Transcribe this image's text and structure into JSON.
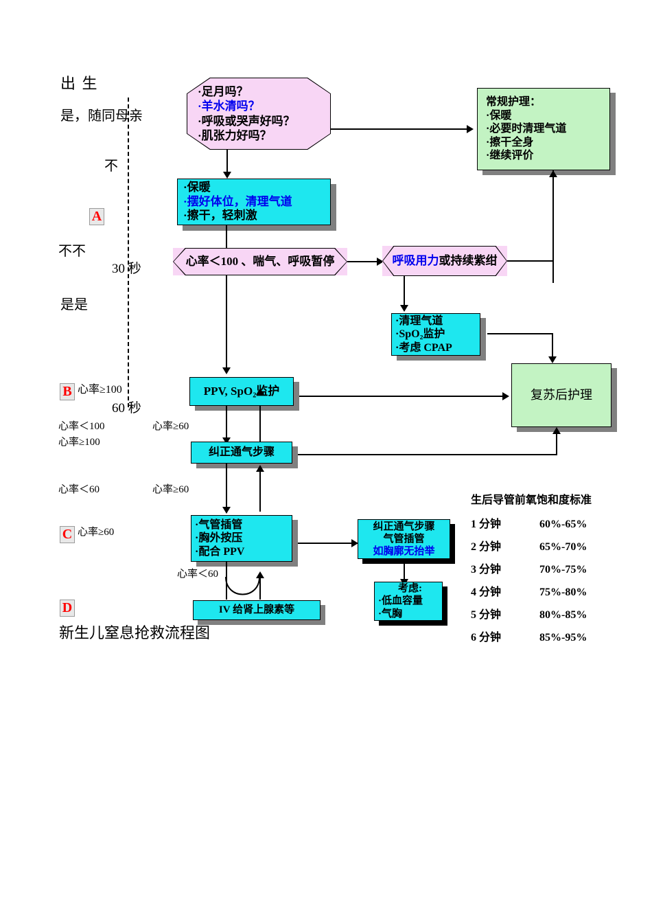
{
  "title_bottom": "新生儿窒息抢救流程图",
  "left_labels": {
    "birth": "出  生",
    "yes_with_mother": "是，随同母亲",
    "no_1": "不",
    "no_2": "不不",
    "yes_2": "是是",
    "time_30": "30 秒",
    "time_60": "60 秒",
    "hr_ge_100_b": "心率≥100",
    "hr_lt_100": "心率＜100",
    "hr_ge_60_right_1": "心率≥60",
    "hr_ge_100_2": "心率≥100",
    "hr_lt_60": "心率＜60",
    "hr_ge_60_right_2": "心率≥60",
    "hr_ge_60_c": "心率≥60",
    "hr_lt_60_d": "心率＜60"
  },
  "tags": {
    "a": "A",
    "b": "B",
    "c": "C",
    "d": "D"
  },
  "nodes": {
    "assess": {
      "name": "initial-assessment-decision",
      "lines": [
        {
          "text": "·足月吗？",
          "color": "black"
        },
        {
          "text": "·羊水清吗？",
          "color": "blue"
        },
        {
          "text": "·呼吸或哭声好吗？",
          "color": "black"
        },
        {
          "text": "·肌张力好吗？",
          "color": "black"
        }
      ]
    },
    "routine_care": {
      "name": "routine-care",
      "lines": [
        {
          "text": "常规护理：",
          "color": "black"
        },
        {
          "text": "·保暖",
          "color": "black"
        },
        {
          "text": "·必要时清理气道",
          "color": "black"
        },
        {
          "text": "·擦干全身",
          "color": "black"
        },
        {
          "text": "·继续评价",
          "color": "black"
        }
      ]
    },
    "initial_steps": {
      "name": "initial-steps",
      "lines": [
        {
          "text": "·保暖",
          "color": "black"
        },
        {
          "text": "·摆好体位，清理气道",
          "color": "blue"
        },
        {
          "text": "·擦干，轻刺激",
          "color": "black"
        }
      ]
    },
    "hr_decision": {
      "name": "heart-rate-decision",
      "lines": [
        {
          "text": "心率＜100 、喘气、呼吸暂停",
          "color": "black"
        }
      ]
    },
    "labored_decision": {
      "name": "labored-breathing-decision",
      "parts": [
        {
          "text": "呼吸用力",
          "color": "blue"
        },
        {
          "text": "或持续紫绀",
          "color": "black"
        }
      ]
    },
    "cpap_box": {
      "name": "clear-airway-spo2-cpap",
      "lines": [
        {
          "text": "·清理气道",
          "color": "black"
        },
        {
          "text": "·SpO₂监护",
          "color": "black"
        },
        {
          "text": "·考虑 CPAP",
          "color": "black"
        }
      ]
    },
    "post_resus": {
      "name": "post-resuscitation-care",
      "lines": [
        {
          "text": "复苏后护理",
          "color": "black"
        }
      ]
    },
    "ppv_box": {
      "name": "ppv-spo2-monitoring",
      "lines": [
        {
          "text": "PPV, SpO₂监护",
          "color": "black"
        }
      ]
    },
    "correct_vent": {
      "name": "corrective-ventilation-steps",
      "lines": [
        {
          "text": "纠正通气步骤",
          "color": "black"
        }
      ]
    },
    "chest_comp": {
      "name": "intubation-chest-compression",
      "lines": [
        {
          "text": "·气管插管",
          "color": "black"
        },
        {
          "text": "·胸外按压",
          "color": "black"
        },
        {
          "text": "·配合 PPV",
          "color": "black"
        }
      ]
    },
    "correct_vent_2": {
      "name": "corrective-ventilation-intubation",
      "lines": [
        {
          "text": "纠正通气步骤",
          "color": "black"
        },
        {
          "text": "气管插管",
          "color": "black"
        },
        {
          "text": "如胸廓无抬举",
          "color": "blue"
        }
      ]
    },
    "consider_box": {
      "name": "consider-causes",
      "lines": [
        {
          "text": "考虑:",
          "color": "black"
        },
        {
          "text": "·低血容量",
          "color": "black"
        },
        {
          "text": "·气胸",
          "color": "black"
        }
      ]
    },
    "iv_epi": {
      "name": "iv-epinephrine",
      "lines": [
        {
          "text": "IV 给肾上腺素等",
          "color": "black"
        }
      ]
    }
  },
  "spo2_table": {
    "title": "生后导管前氧饱和度标准",
    "rows": [
      {
        "time": "1 分钟",
        "value": "60%-65%"
      },
      {
        "time": "2 分钟",
        "value": "65%-70%"
      },
      {
        "time": "3 分钟",
        "value": "70%-75%"
      },
      {
        "time": "4 分钟",
        "value": "75%-80%"
      },
      {
        "time": "5 分钟",
        "value": "80%-85%"
      },
      {
        "time": "6 分钟",
        "value": "85%-95%"
      }
    ]
  },
  "colors": {
    "cyan_fill": "#1ee7ef",
    "green_fill": "#c3f3c3",
    "pink_fill": "#f8d6f5",
    "shadow_gray": "#808080",
    "shadow_black": "#000000",
    "blue_text": "#0000ee",
    "tag_red": "#ff0000"
  }
}
